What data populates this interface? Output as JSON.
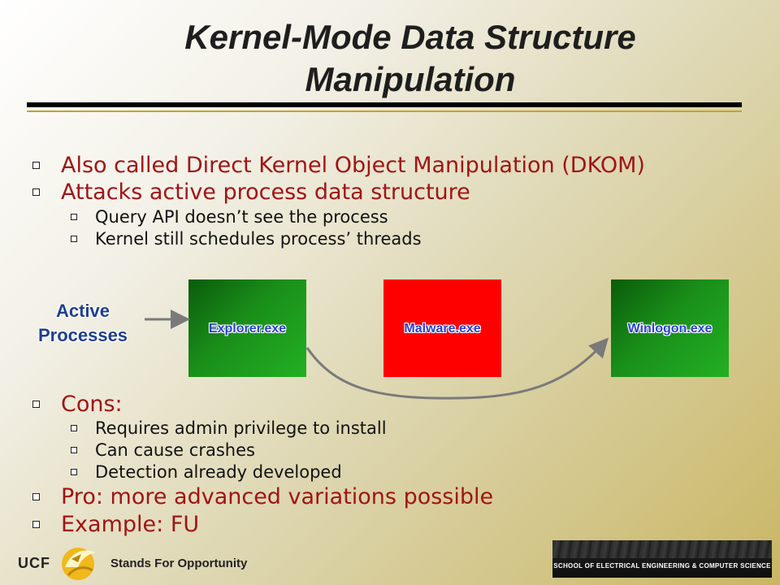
{
  "slide": {
    "title_line1": "Kernel-Mode Data Structure",
    "title_line2": "Manipulation"
  },
  "bullets_top": [
    {
      "text": "Also called Direct Kernel Object Manipulation (DKOM)"
    },
    {
      "text": "Attacks active process data structure"
    },
    {
      "text": "Query API doesn’t see the process"
    },
    {
      "text": "Kernel still schedules process’ threads"
    }
  ],
  "diagram": {
    "label_line1": "Active",
    "label_line2": "Processes",
    "processes": [
      {
        "name": "Explorer.exe",
        "color": "#1a8f1a"
      },
      {
        "name": "Malware.exe",
        "color": "#ff0000"
      },
      {
        "name": "Winlogon.exe",
        "color": "#1a8f1a"
      }
    ]
  },
  "bullets_bottom": [
    {
      "text": "Cons:"
    },
    {
      "text": "Requires admin privilege to install"
    },
    {
      "text": "Can cause crashes"
    },
    {
      "text": "Detection already developed"
    },
    {
      "text": "Pro: more advanced variations possible"
    },
    {
      "text": "Example: FU"
    }
  ],
  "footer": {
    "ucf_text": "UCF",
    "ucf_tagline": "Stands For Opportunity",
    "school_name": "SCHOOL OF ELECTRICAL ENGINEERING & COMPUTER SCIENCE"
  },
  "colors": {
    "bullet_red": "#a11414",
    "label_blue": "#1f3f8f",
    "process_text": "#2a3fd6"
  }
}
